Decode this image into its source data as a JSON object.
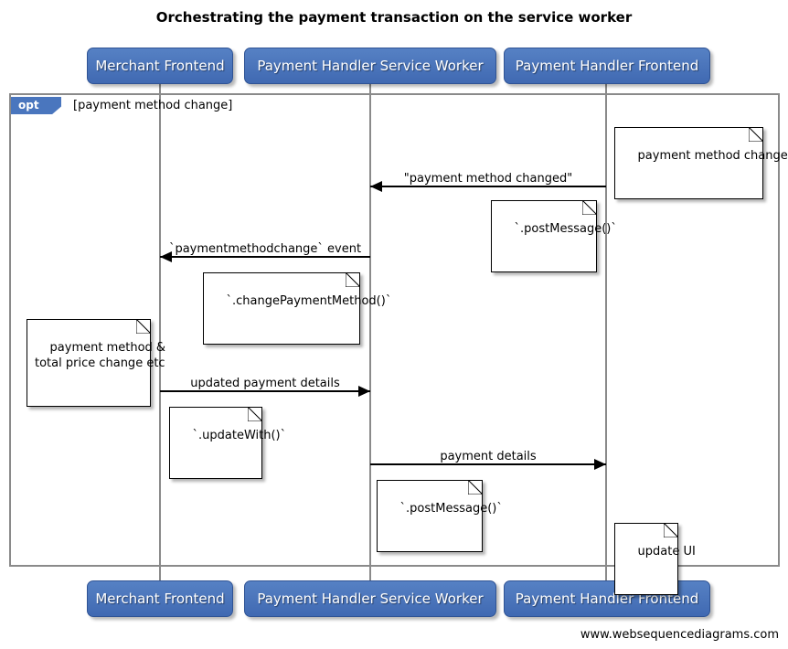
{
  "diagram": {
    "title": "Orchestrating the payment transaction on the service worker",
    "footer": "www.websequencediagrams.com",
    "colors": {
      "participant_fill": "#4a76be",
      "participant_text": "#ffffff",
      "frame_border": "#8a8a8a",
      "lifeline": "#8a8a8a",
      "arrow": "#000000",
      "note_fill": "#ffffff",
      "background": "#ffffff"
    }
  },
  "participants": [
    {
      "id": "merchant-frontend",
      "label": "Merchant Frontend"
    },
    {
      "id": "payment-handler-service-worker",
      "label": "Payment Handler Service Worker"
    },
    {
      "id": "payment-handler-frontend",
      "label": "Payment Handler Frontend"
    }
  ],
  "fragment": {
    "type": "opt",
    "tag": "opt",
    "condition": "[payment method change]"
  },
  "messages": [
    {
      "id": "msg-payment-method-changed",
      "label": "\"payment method changed\"",
      "from": "payment-handler-frontend",
      "to": "payment-handler-service-worker",
      "direction": "left"
    },
    {
      "id": "msg-paymentmethodchange-event",
      "label": "`paymentmethodchange` event",
      "from": "payment-handler-service-worker",
      "to": "merchant-frontend",
      "direction": "left"
    },
    {
      "id": "msg-updated-payment-details",
      "label": "updated payment details",
      "from": "merchant-frontend",
      "to": "payment-handler-service-worker",
      "direction": "right"
    },
    {
      "id": "msg-payment-details",
      "label": "payment details",
      "from": "payment-handler-service-worker",
      "to": "payment-handler-frontend",
      "direction": "right"
    }
  ],
  "notes": [
    {
      "id": "note-payment-method-changed",
      "text": "payment method changed"
    },
    {
      "id": "note-postmessage-1",
      "text": "`.postMessage()`"
    },
    {
      "id": "note-change-payment-method",
      "text": "`.changePaymentMethod()`"
    },
    {
      "id": "note-payment-method-total-price",
      "text": "payment method &\ntotal price change etc"
    },
    {
      "id": "note-update-with",
      "text": "`.updateWith()`"
    },
    {
      "id": "note-postmessage-2",
      "text": "`.postMessage()`"
    },
    {
      "id": "note-update-ui",
      "text": "update UI"
    }
  ]
}
